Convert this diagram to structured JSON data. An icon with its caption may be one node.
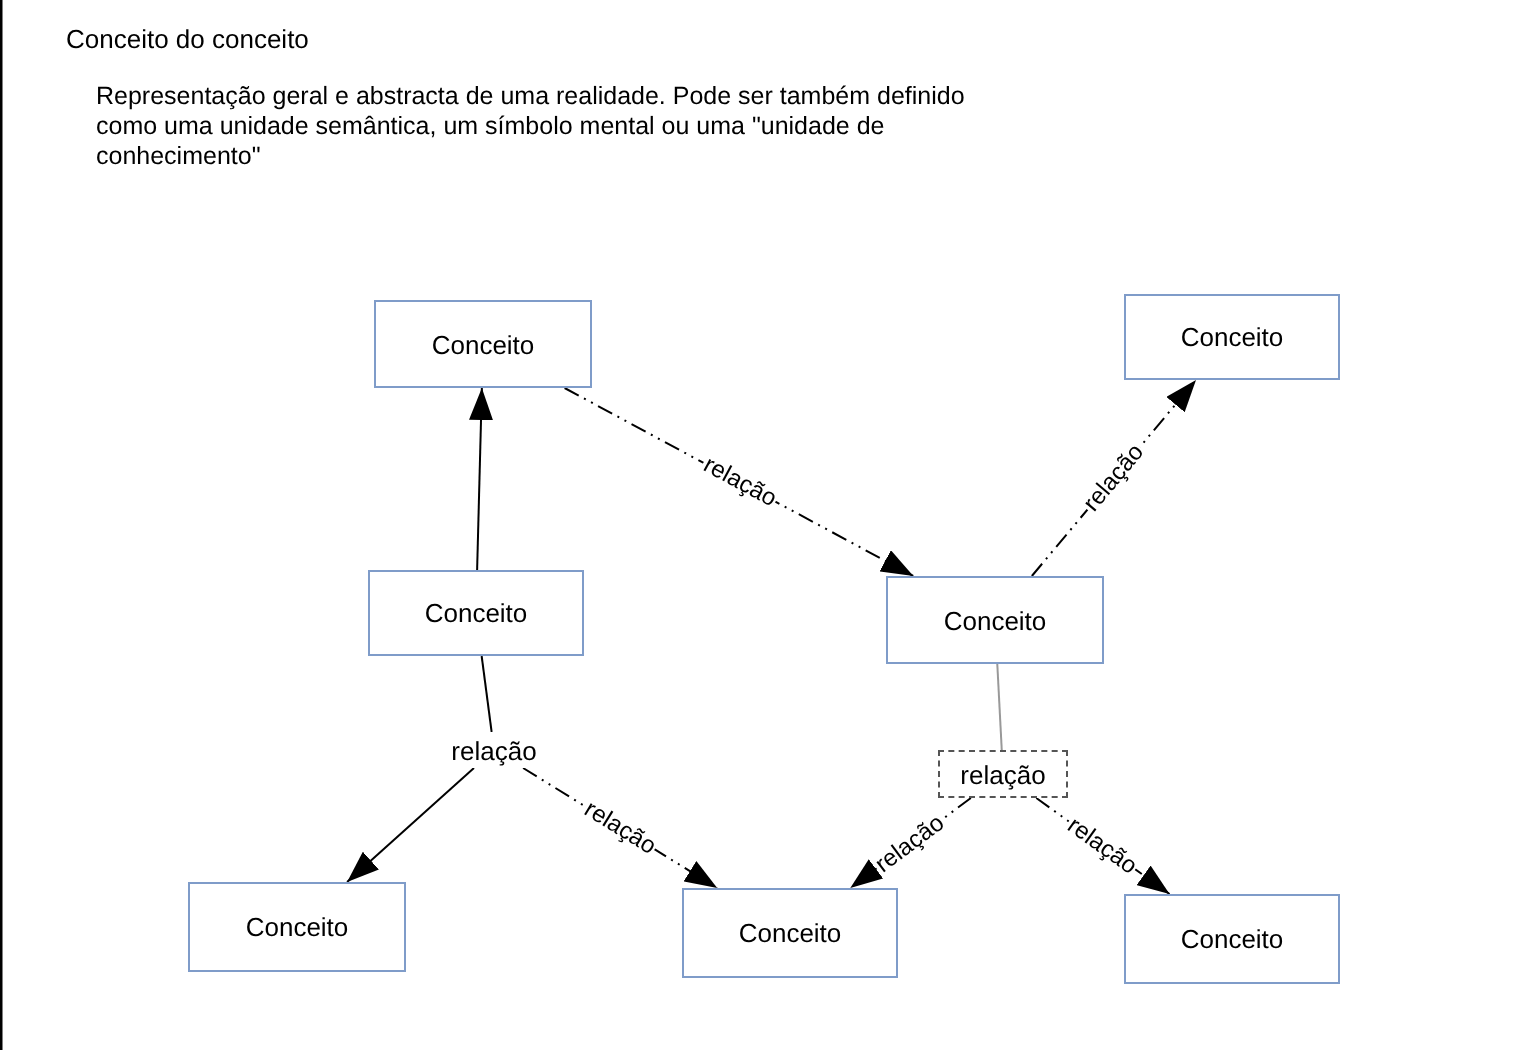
{
  "diagram": {
    "title": "Conceito do conceito",
    "nodes": [
      {
        "text": [
          "Conceito"
        ]
      },
      {
        "text": [
          "Conceito"
        ]
      },
      {
        "text": [
          "Conceito"
        ]
      },
      {
        "text": [
          "Conceito"
        ]
      },
      {
        "text": [
          "relação"
        ]
      },
      {
        "text": [
          "relação"
        ]
      },
      {
        "text": [
          "Conceito"
        ]
      },
      {
        "text": [
          "Conceito"
        ]
      },
      {
        "text": [
          "Conceito"
        ]
      }
    ],
    "edges": [
      {
        "from": 2,
        "to": 0,
        "arrow": "to"
      },
      {
        "from": 0,
        "to": 3,
        "arrow": "to",
        "label": "relação",
        "style": "dashed"
      },
      {
        "from": 3,
        "to": 1,
        "arrow": "to",
        "label": "relação",
        "style": "dashed"
      },
      {
        "from": 2,
        "to": 4,
        "arrow": "none"
      },
      {
        "from": 4,
        "to": 6,
        "arrow": "to"
      },
      {
        "from": 4,
        "to": 7,
        "arrow": "to",
        "label": "relação",
        "style": "dashed"
      },
      {
        "from": 3,
        "to": 5,
        "arrow": "none",
        "color": "#999999"
      },
      {
        "from": 5,
        "to": 7,
        "arrow": "to",
        "label": "relação",
        "style": "dashed"
      },
      {
        "from": 5,
        "to": 8,
        "arrow": "to",
        "label": "relação",
        "style": "dashed"
      }
    ],
    "labels": [
      "Representação geral e abstracta de uma realidade. Pode ser também definido como uma unidade semântica, um símbolo mental ou uma \"unidade de conhecimento\""
    ]
  }
}
